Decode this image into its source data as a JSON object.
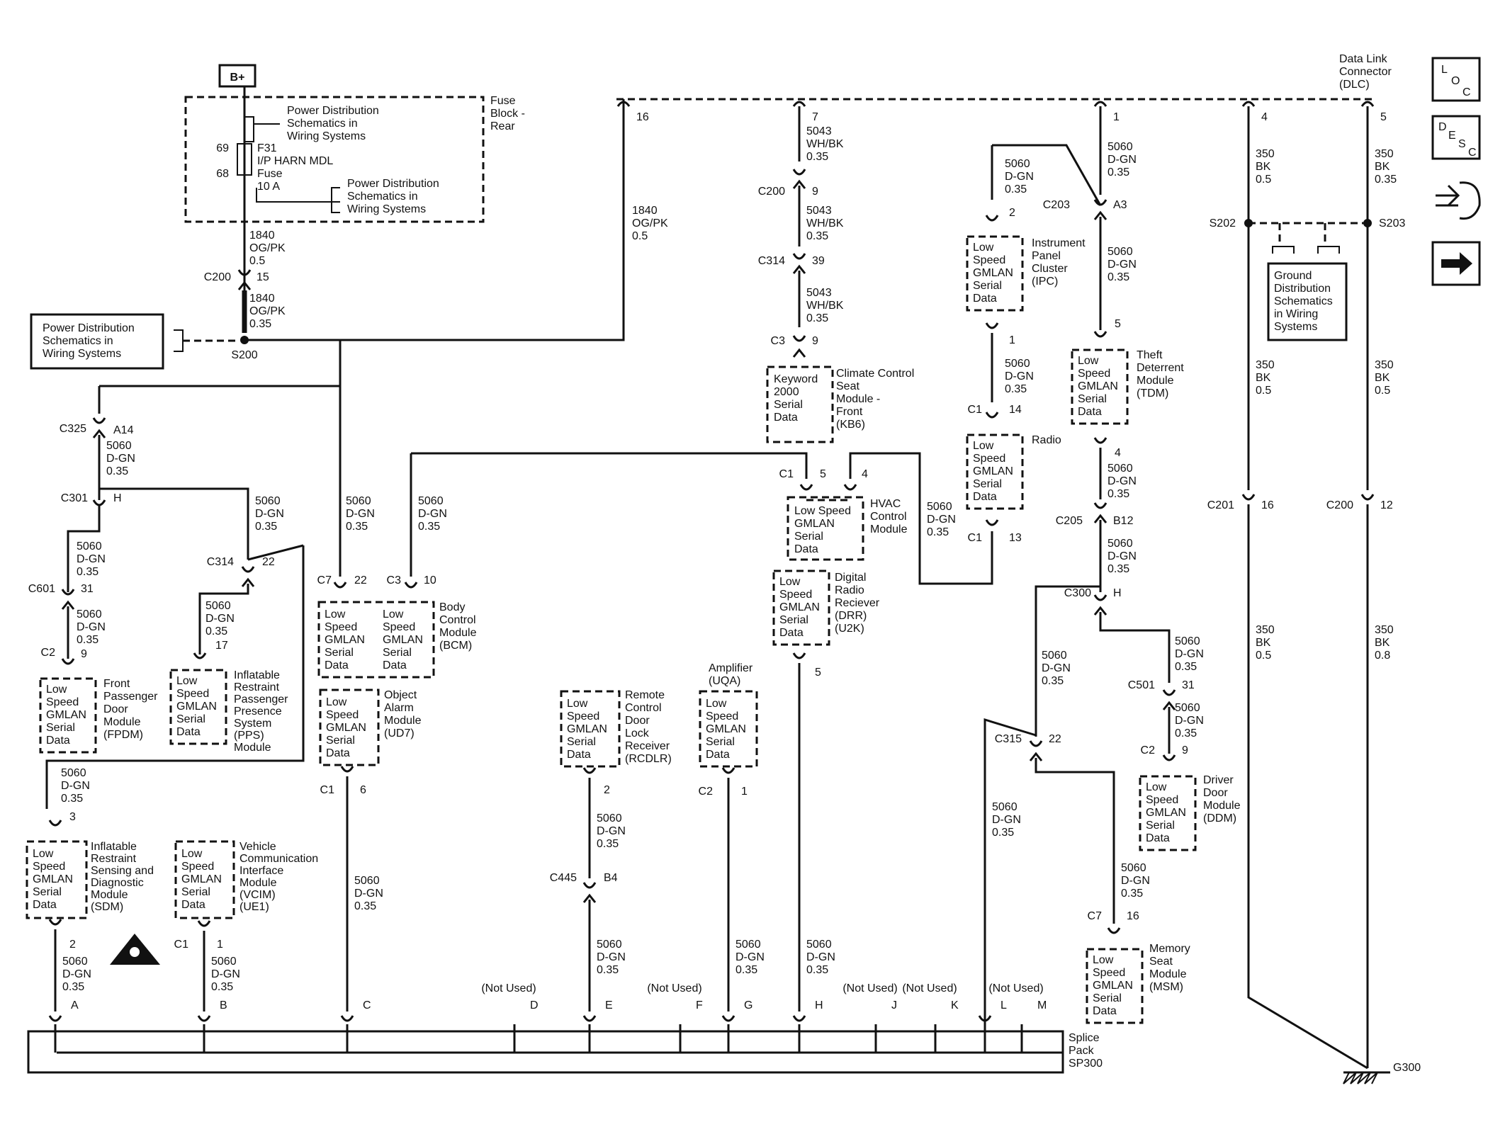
{
  "power": {
    "bplus": "B+",
    "fuse_block": [
      "Fuse",
      "Block -",
      "Rear"
    ],
    "pds_lines": [
      "Power Distribution",
      "Schematics in",
      "Wiring Systems"
    ],
    "fuse_pin_top": "69",
    "fuse_pin_bot": "68",
    "fuse_lines": [
      "F31",
      "I/P HARN MDL",
      "Fuse",
      "10 A"
    ],
    "pds_left": [
      "Power Distribution",
      "Schematics in",
      "Wiring Systems"
    ],
    "s200": "S200"
  },
  "dlc": {
    "lines": [
      "Data Link",
      "Connector",
      "(DLC)"
    ],
    "pins": [
      "16",
      "7",
      "1",
      "4",
      "5"
    ]
  },
  "icons": {
    "loc_top": "L",
    "loc_bot": "C",
    "loc_mid": "O",
    "desc_chars": [
      "D",
      "E",
      "S",
      "C"
    ]
  },
  "connectors": {
    "c200": "C200",
    "c314": "C314",
    "c3": "C3",
    "c1": "C1",
    "c203": "C203",
    "c325": "C325",
    "c301": "C301",
    "c601": "C601",
    "c2": "C2",
    "c7": "C7",
    "c205": "C205",
    "c300": "C300",
    "c501": "C501",
    "c315": "C315",
    "c445": "C445",
    "c201": "C201",
    "s202": "S202",
    "s203": "S203",
    "g300": "G300"
  },
  "pins": {
    "p15": "15",
    "p9": "9",
    "p39": "39",
    "p2": "2",
    "p1": "1",
    "p14": "14",
    "p13": "13",
    "p5": "5",
    "p4": "4",
    "a3": "A3",
    "a14": "A14",
    "h": "H",
    "p22": "22",
    "p31": "31",
    "p17": "17",
    "p10": "10",
    "p3": "3",
    "p6": "6",
    "b4": "B4",
    "b12": "B12",
    "p16": "16",
    "p12": "12"
  },
  "wires": {
    "og_pk_05": [
      "1840",
      "OG/PK",
      "0.5"
    ],
    "og_pk_035": [
      "1840",
      "OG/PK",
      "0.35"
    ],
    "wh_bk": [
      "5043",
      "WH/BK",
      "0.35"
    ],
    "dgn": [
      "5060",
      "D-GN",
      "0.35"
    ],
    "bk_05": [
      "350",
      "BK",
      "0.5"
    ],
    "bk_035": [
      "350",
      "BK",
      "0.35"
    ],
    "bk_08": [
      "350",
      "BK",
      "0.8"
    ]
  },
  "ground_box": [
    "Ground",
    "Distribution",
    "Schematics",
    "in Wiring",
    "Systems"
  ],
  "modules": {
    "lsgs": [
      "Low",
      "Speed",
      "GMLAN",
      "Serial",
      "Data"
    ],
    "keyword": [
      "Keyword",
      "2000",
      "Serial",
      "Data"
    ],
    "hvac_box": [
      "Low Speed",
      "GMLAN",
      "Serial",
      "Data"
    ],
    "climate": [
      "Climate Control",
      "Seat",
      "Module -",
      "Front",
      "(KB6)"
    ],
    "ipc": [
      "Instrument",
      "Panel",
      "Cluster",
      "(IPC)"
    ],
    "radio": [
      "Radio"
    ],
    "tdm": [
      "Theft",
      "Deterrent",
      "Module",
      "(TDM)"
    ],
    "hvac": [
      "HVAC",
      "Control",
      "Module"
    ],
    "drr": [
      "Digital",
      "Radio",
      "Reciever",
      "(DRR)",
      "(U2K)"
    ],
    "bcm": [
      "Body",
      "Control",
      "Module",
      "(BCM)"
    ],
    "oam": [
      "Object",
      "Alarm",
      "Module",
      "(UD7)"
    ],
    "fpdm": [
      "Front",
      "Passenger",
      "Door",
      "Module",
      "(FPDM)"
    ],
    "pps": [
      "Inflatable",
      "Restraint",
      "Passenger",
      "Presence",
      "System",
      "(PPS)",
      "Module"
    ],
    "rcdlr": [
      "Remote",
      "Control",
      "Door",
      "Lock",
      "Receiver",
      "(RCDLR)"
    ],
    "amp": [
      "Amplifier",
      "(UQA)"
    ],
    "ddm": [
      "Driver",
      "Door",
      "Module",
      "(DDM)"
    ],
    "sdm": [
      "Inflatable",
      "Restraint",
      "Sensing and",
      "Diagnostic",
      "Module",
      "(SDM)"
    ],
    "vcim": [
      "Vehicle",
      "Communication",
      "Interface",
      "Module",
      "(VCIM)",
      "(UE1)"
    ],
    "msm": [
      "Memory",
      "Seat",
      "Module",
      "(MSM)"
    ]
  },
  "splice": {
    "pins": [
      "A",
      "B",
      "C",
      "D",
      "E",
      "F",
      "G",
      "H",
      "J",
      "K",
      "L",
      "M"
    ],
    "not_used": "(Not Used)",
    "label": [
      "Splice",
      "Pack",
      "SP300"
    ]
  },
  "colors": {
    "ink": "#111111",
    "bg": "#ffffff"
  }
}
